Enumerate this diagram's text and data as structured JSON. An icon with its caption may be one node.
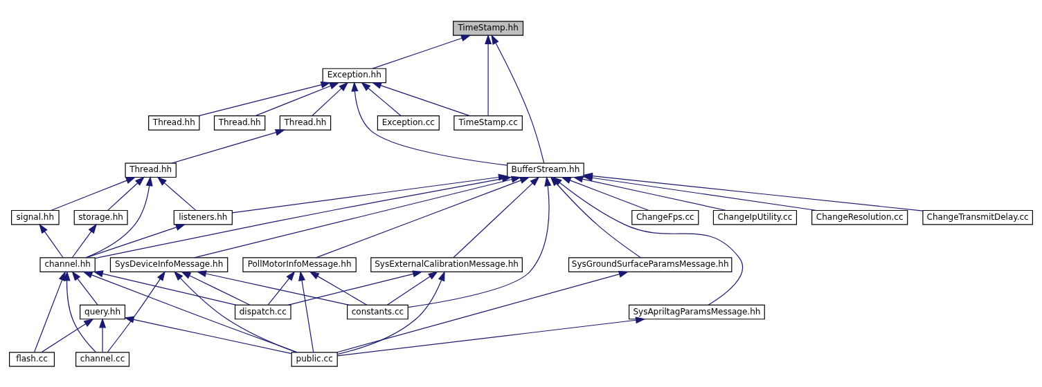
{
  "diagram": {
    "nodes": [
      {
        "text": [
          "TimeStamp.hh"
        ]
      },
      {
        "text": [
          "Exception.hh"
        ]
      },
      {
        "text": [
          "TimeStamp.cc"
        ]
      },
      {
        "text": [
          "Thread.hh"
        ]
      },
      {
        "text": [
          "Exception.cc"
        ]
      },
      {
        "text": [
          "Thread.hh"
        ]
      },
      {
        "text": [
          "Thread.hh"
        ]
      },
      {
        "text": [
          "Thread.hh"
        ]
      },
      {
        "text": [
          "BufferStream.hh"
        ]
      },
      {
        "text": [
          "signal.hh"
        ]
      },
      {
        "text": [
          "storage.hh"
        ]
      },
      {
        "text": [
          "listeners.hh"
        ]
      },
      {
        "text": [
          "ChangeFps.cc"
        ]
      },
      {
        "text": [
          "ChangeIpUtility.cc"
        ]
      },
      {
        "text": [
          "ChangeResolution.cc"
        ]
      },
      {
        "text": [
          "ChangeTransmitDelay.cc"
        ]
      },
      {
        "text": [
          "channel.hh"
        ]
      },
      {
        "text": [
          "SysDeviceInfoMessage.hh"
        ]
      },
      {
        "text": [
          "PollMotorInfoMessage.hh"
        ]
      },
      {
        "text": [
          "SysExternalCalibrationMessage.hh"
        ]
      },
      {
        "text": [
          "SysGroundSurfaceParamsMessage.hh"
        ]
      },
      {
        "text": [
          "query.hh"
        ]
      },
      {
        "text": [
          "dispatch.cc"
        ]
      },
      {
        "text": [
          "constants.cc"
        ]
      },
      {
        "text": [
          "SysApriltagParamsMessage.hh"
        ]
      },
      {
        "text": [
          "flash.cc"
        ]
      },
      {
        "text": [
          "channel.cc"
        ]
      },
      {
        "text": [
          "public.cc"
        ]
      }
    ],
    "edges": [
      {
        "from": 1,
        "to": 0,
        "arrow": "to"
      },
      {
        "from": 2,
        "to": 0,
        "arrow": "to"
      },
      {
        "from": 8,
        "to": 0,
        "arrow": "to"
      },
      {
        "from": 2,
        "to": 1,
        "arrow": "to"
      },
      {
        "from": 3,
        "to": 1,
        "arrow": "to"
      },
      {
        "from": 4,
        "to": 1,
        "arrow": "to"
      },
      {
        "from": 5,
        "to": 1,
        "arrow": "to"
      },
      {
        "from": 6,
        "to": 1,
        "arrow": "to"
      },
      {
        "from": 8,
        "to": 1,
        "arrow": "to"
      },
      {
        "from": 7,
        "to": 3,
        "arrow": "to"
      },
      {
        "from": 9,
        "to": 7,
        "arrow": "to"
      },
      {
        "from": 10,
        "to": 7,
        "arrow": "to"
      },
      {
        "from": 11,
        "to": 7,
        "arrow": "to"
      },
      {
        "from": 16,
        "to": 7,
        "arrow": "to"
      },
      {
        "from": 16,
        "to": 9,
        "arrow": "to"
      },
      {
        "from": 16,
        "to": 10,
        "arrow": "to"
      },
      {
        "from": 16,
        "to": 11,
        "arrow": "to"
      },
      {
        "from": 11,
        "to": 8,
        "arrow": "to"
      },
      {
        "from": 16,
        "to": 8,
        "arrow": "to"
      },
      {
        "from": 17,
        "to": 8,
        "arrow": "to"
      },
      {
        "from": 18,
        "to": 8,
        "arrow": "to"
      },
      {
        "from": 19,
        "to": 8,
        "arrow": "to"
      },
      {
        "from": 23,
        "to": 8,
        "arrow": "to"
      },
      {
        "from": 20,
        "to": 8,
        "arrow": "to"
      },
      {
        "from": 12,
        "to": 8,
        "arrow": "to"
      },
      {
        "from": 13,
        "to": 8,
        "arrow": "to"
      },
      {
        "from": 14,
        "to": 8,
        "arrow": "to"
      },
      {
        "from": 15,
        "to": 8,
        "arrow": "to"
      },
      {
        "from": 24,
        "to": 8,
        "arrow": "to"
      },
      {
        "from": 21,
        "to": 16,
        "arrow": "to"
      },
      {
        "from": 25,
        "to": 16,
        "arrow": "to"
      },
      {
        "from": 26,
        "to": 16,
        "arrow": "to"
      },
      {
        "from": 27,
        "to": 16,
        "arrow": "to"
      },
      {
        "from": 22,
        "to": 16,
        "arrow": "to"
      },
      {
        "from": 25,
        "to": 21,
        "arrow": "to"
      },
      {
        "from": 26,
        "to": 21,
        "arrow": "to"
      },
      {
        "from": 27,
        "to": 21,
        "arrow": "to"
      },
      {
        "from": 26,
        "to": 17,
        "arrow": "to"
      },
      {
        "from": 27,
        "to": 17,
        "arrow": "to"
      },
      {
        "from": 22,
        "to": 17,
        "arrow": "to"
      },
      {
        "from": 23,
        "to": 17,
        "arrow": "to"
      },
      {
        "from": 22,
        "to": 18,
        "arrow": "to"
      },
      {
        "from": 27,
        "to": 18,
        "arrow": "to"
      },
      {
        "from": 23,
        "to": 18,
        "arrow": "to"
      },
      {
        "from": 22,
        "to": 19,
        "arrow": "to"
      },
      {
        "from": 23,
        "to": 19,
        "arrow": "to"
      },
      {
        "from": 27,
        "to": 19,
        "arrow": "to"
      },
      {
        "from": 27,
        "to": 20,
        "arrow": "to"
      },
      {
        "from": 27,
        "to": 24,
        "arrow": "to"
      }
    ]
  }
}
